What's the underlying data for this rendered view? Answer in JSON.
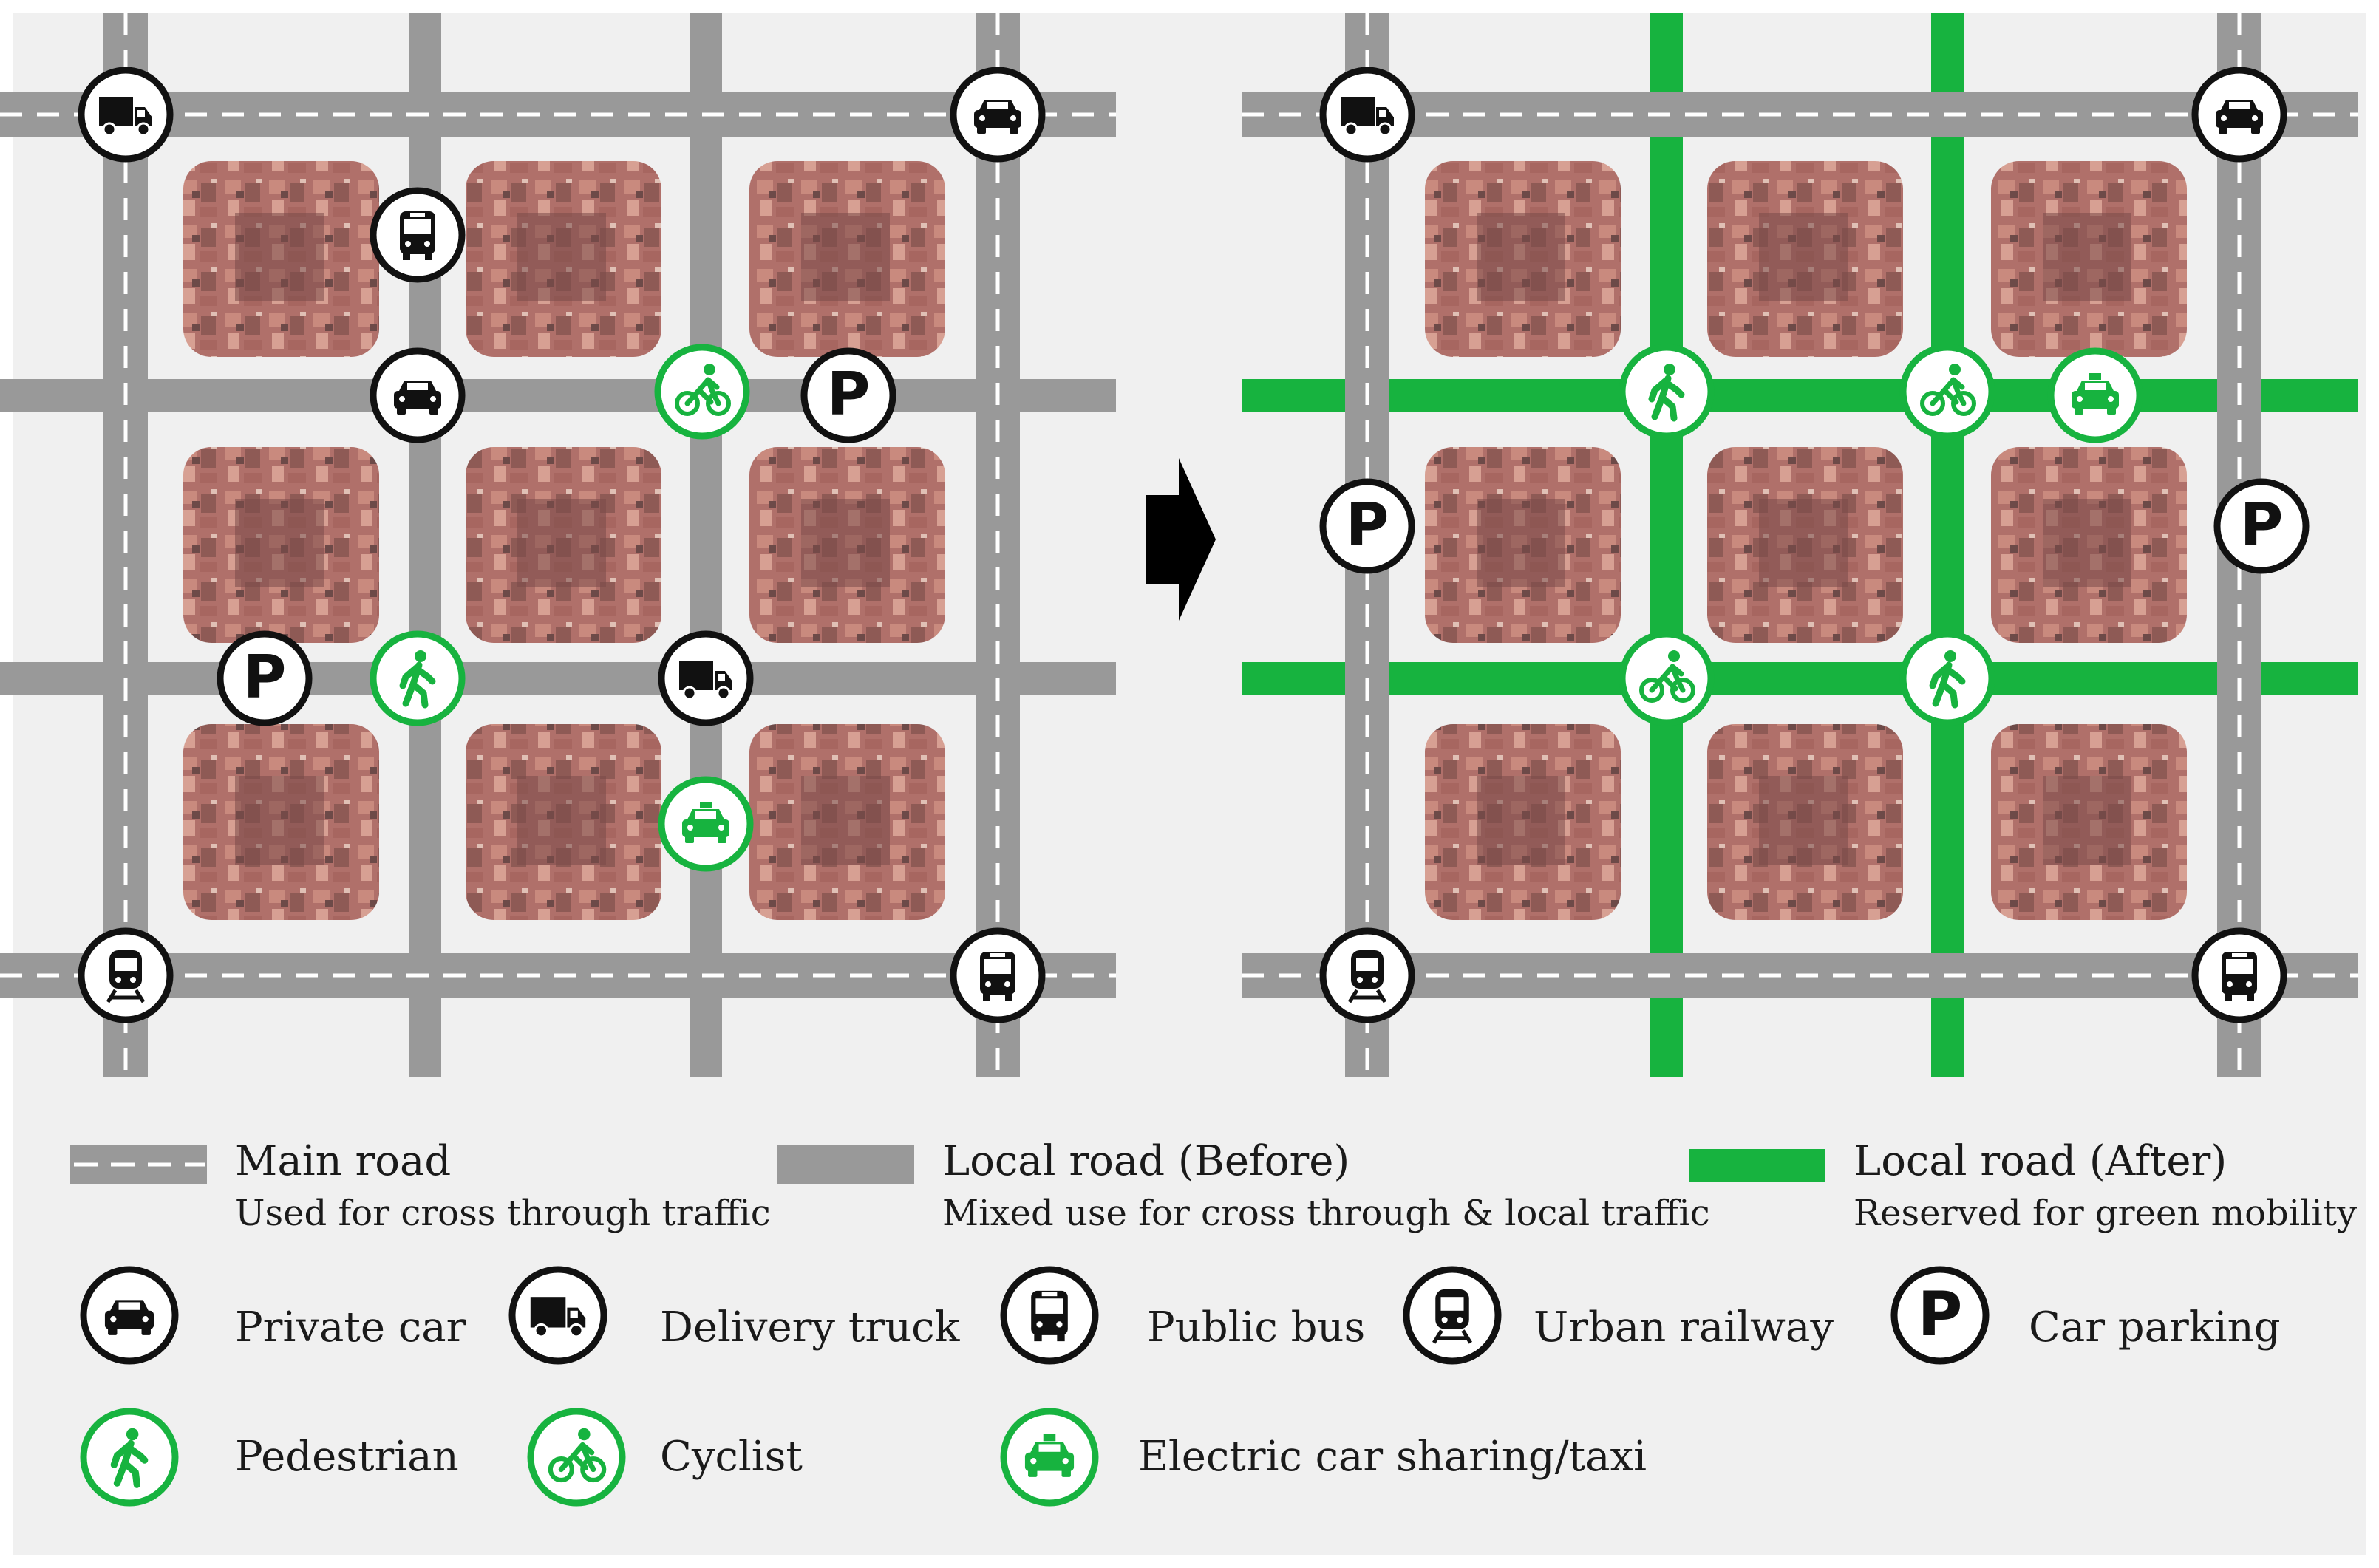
{
  "colors": {
    "background": "#f0f0f0",
    "road_gray": "#999999",
    "green": "#17b33f",
    "icon_black": "#111111",
    "dash_white": "#ffffff",
    "arrow": "#000000"
  },
  "legend": {
    "roads": [
      {
        "key": "main",
        "title": "Main road",
        "subtitle": "Used for cross through traffic"
      },
      {
        "key": "local_before",
        "title": "Local road (Before)",
        "subtitle": "Mixed use for cross through & local traffic"
      },
      {
        "key": "local_after",
        "title": "Local road (After)",
        "subtitle": "Reserved for green mobility"
      }
    ],
    "icons_row1": [
      {
        "icon": "car-icon",
        "label": "Private car",
        "ring": "black"
      },
      {
        "icon": "truck-icon",
        "label": "Delivery truck",
        "ring": "black"
      },
      {
        "icon": "bus-icon",
        "label": "Public bus",
        "ring": "black"
      },
      {
        "icon": "train-icon",
        "label": "Urban railway",
        "ring": "black"
      },
      {
        "icon": "parking-icon",
        "label": "Car parking",
        "ring": "black"
      }
    ],
    "icons_row2": [
      {
        "icon": "pedestrian-icon",
        "label": "Pedestrian",
        "ring": "green"
      },
      {
        "icon": "bicycle-icon",
        "label": "Cyclist",
        "ring": "green"
      },
      {
        "icon": "taxi-icon",
        "label": "Electric car sharing/taxi",
        "ring": "green"
      }
    ],
    "parking_letter": "P"
  },
  "panels": {
    "before": {
      "icons": [
        "truck-icon",
        "car-icon",
        "bus-icon",
        "car-icon",
        "bicycle-icon",
        "parking-icon",
        "parking-icon",
        "pedestrian-icon",
        "truck-icon",
        "taxi-icon",
        "train-icon",
        "bus-icon"
      ]
    },
    "after": {
      "icons": [
        "truck-icon",
        "car-icon",
        "pedestrian-icon",
        "bicycle-icon",
        "taxi-icon",
        "parking-icon",
        "parking-icon",
        "bicycle-icon",
        "pedestrian-icon",
        "train-icon",
        "bus-icon"
      ]
    }
  }
}
